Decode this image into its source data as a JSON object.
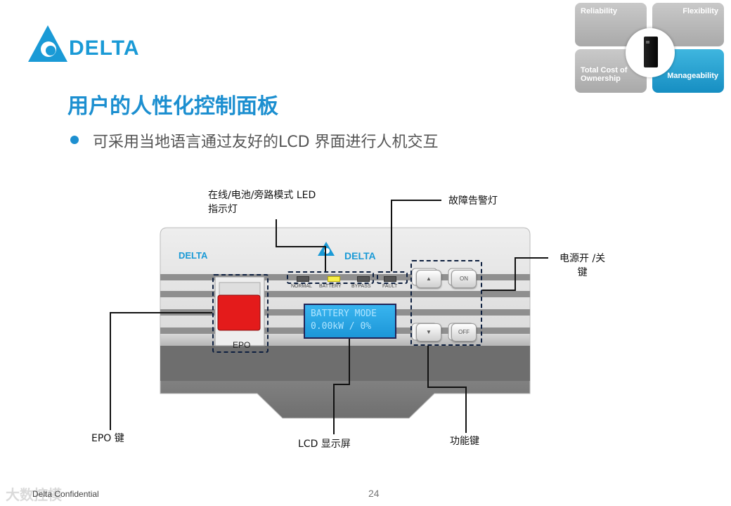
{
  "brand": {
    "name": "DELTA",
    "color": "#1a9ad6"
  },
  "tiles": {
    "reliability": "Reliability",
    "flexibility": "Flexibility",
    "tco": "Total Cost of Ownership",
    "manageability": "Manageability"
  },
  "title": "用户的人性化控制面板",
  "bullet": "可采用当地语言通过友好的LCD 界面进行人机交互",
  "panel": {
    "logo": "DELTA",
    "epo_label": "EPO",
    "leds": [
      "NORMAL",
      "BATTERY",
      "BYPASS",
      "FAULT"
    ],
    "led_on": "BATTERY",
    "lcd_line1": "BATTERY MODE",
    "lcd_line2": "0.00kW  /   0%",
    "btn_up": "▲",
    "btn_down": "▼",
    "btn_on": "ON",
    "btn_off": "OFF"
  },
  "callouts": {
    "mode_led_1": "在线/电池/旁路模式 LED",
    "mode_led_2": "指示灯",
    "fault": "故障告警灯",
    "power_1": "电源开 /关",
    "power_2": "键",
    "epo": "EPO 键",
    "lcd": "LCD 显示屏",
    "func": "功能键"
  },
  "footer": {
    "confidential": "Delta Confidential",
    "page": "24"
  },
  "watermark": "大数控模"
}
